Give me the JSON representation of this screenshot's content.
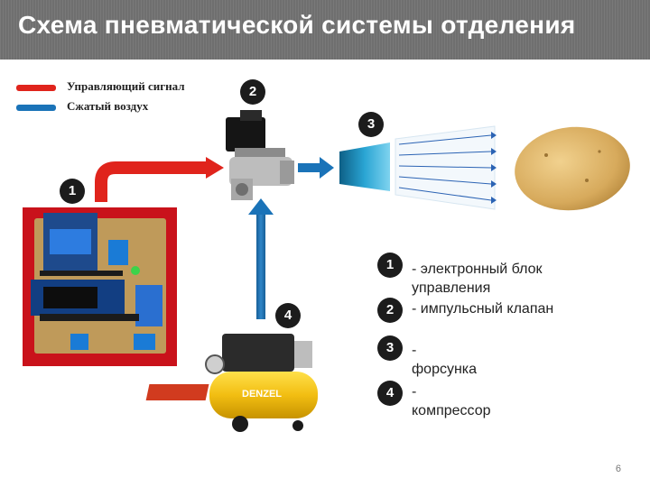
{
  "title": "Схема пневматической системы отделения",
  "legend": [
    {
      "label": "Управляющий сигнал",
      "color": "#e0241c"
    },
    {
      "label": "Сжатый воздух",
      "color": "#1a73b8"
    }
  ],
  "badges": [
    "1",
    "2",
    "3",
    "4"
  ],
  "components": [
    {
      "number": "1",
      "text": "- электронный блок управления"
    },
    {
      "number": "2",
      "text": "- импульсный клапан"
    },
    {
      "number": "3",
      "text": "-\nфорсунка"
    },
    {
      "number": "4",
      "text": "-\nкомпрессор"
    }
  ],
  "compressor_brand": "DENZEL",
  "page_number": "6"
}
